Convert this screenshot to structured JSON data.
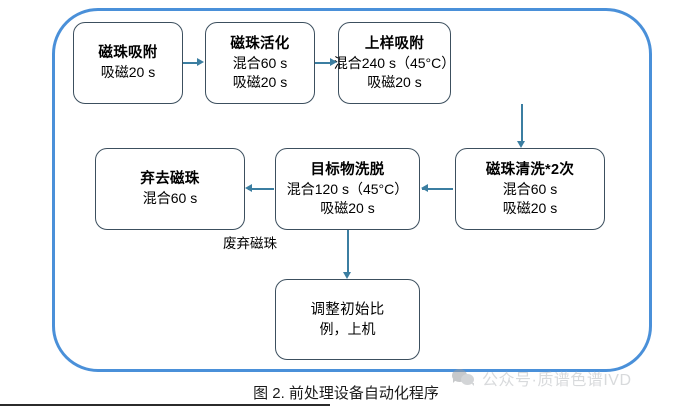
{
  "figure": {
    "caption": "图 2. 前处理设备自动化程序",
    "frame_color": "#4a90d9",
    "box_border_color": "#3c4f5e",
    "connector_color": "#3b7ea1"
  },
  "nodes": [
    {
      "id": "adsorb",
      "title": "磁珠吸附",
      "lines": [
        "吸磁20 s"
      ]
    },
    {
      "id": "activate",
      "title": "磁珠活化",
      "lines": [
        "混合60 s",
        "吸磁20 s"
      ]
    },
    {
      "id": "load",
      "title": "上样吸附",
      "lines": [
        "混合240 s（45°C）",
        "吸磁20 s"
      ]
    },
    {
      "id": "wash",
      "title": "磁珠清洗*2次",
      "lines": [
        "混合60 s",
        "吸磁20 s"
      ]
    },
    {
      "id": "elute",
      "title": "目标物洗脱",
      "lines": [
        "混合120 s（45°C）",
        "吸磁20 s"
      ]
    },
    {
      "id": "discard",
      "title": "弃去磁珠",
      "lines": [
        "混合60 s"
      ]
    },
    {
      "id": "adjust",
      "title": "调整初始比",
      "lines": [
        "例，上机"
      ]
    }
  ],
  "labels": {
    "waste_beads": "废弃磁珠"
  },
  "watermark": {
    "icon": "wechat-icon",
    "text": "公众号·质谱色谱IVD",
    "color": "#b9bcc0"
  }
}
